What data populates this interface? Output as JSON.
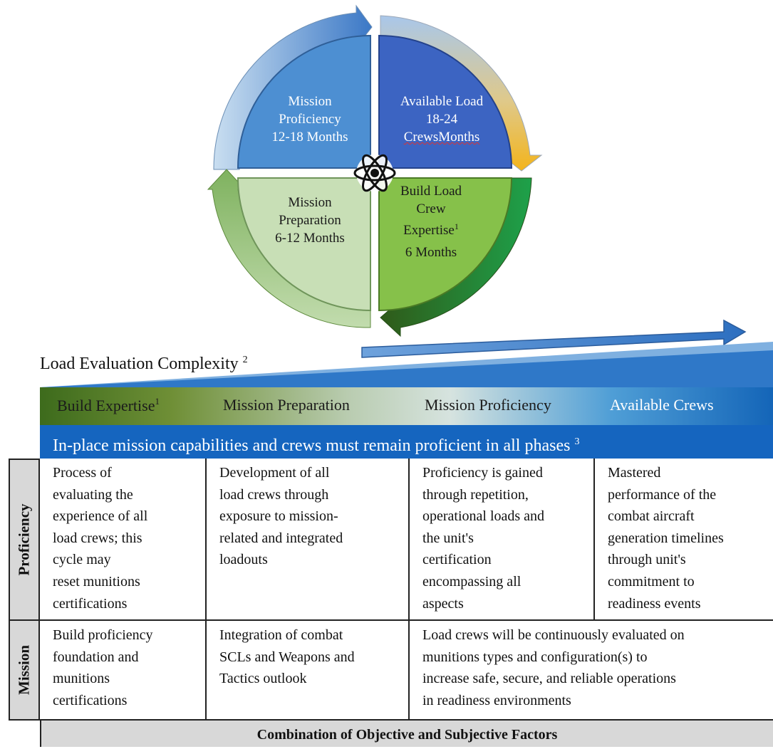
{
  "cycle": {
    "quadrants": [
      {
        "name": "mission-proficiency",
        "lines": [
          "Mission",
          "Proficiency",
          "12-18 Months"
        ],
        "color": "#4d8fd2"
      },
      {
        "name": "available-load",
        "lines": [
          "Available Load",
          "18-24",
          "CrewsMonths"
        ],
        "color": "#3c64c2"
      },
      {
        "name": "mission-preparation",
        "lines": [
          "Mission",
          "Preparation",
          "6-12 Months"
        ],
        "color": "#c8dfb6"
      },
      {
        "name": "build-load-crew",
        "lines": [
          "Build Load",
          "Crew",
          "Expertise",
          "6 Months"
        ],
        "superscript": "1",
        "color": "#86c14a"
      }
    ]
  },
  "complexity": {
    "label": "Load Evaluation Complexity",
    "superscript": "2"
  },
  "phases": [
    {
      "label": "Build Expertise",
      "superscript": "1"
    },
    {
      "label": "Mission Preparation"
    },
    {
      "label": "Mission Proficiency"
    },
    {
      "label": "Available Crews"
    }
  ],
  "banner": {
    "text": "In-place mission capabilities and crews must remain proficient in all phases",
    "superscript": "3"
  },
  "rows": {
    "proficiency": {
      "label": "Proficiency",
      "cells": [
        "Process of\nevaluating the\nexperience of all\nload crews; this\ncycle may\nreset munitions\ncertifications",
        "Development of all\nload crews through\nexposure to mission-\nrelated and integrated\nloadouts",
        "Proficiency is gained\nthrough repetition,\noperational loads and\nthe unit's\ncertification\nencompassing all\naspects",
        "Mastered\nperformance of the\ncombat aircraft\ngeneration timelines\nthrough unit's\ncommitment to\nreadiness events"
      ]
    },
    "mission": {
      "label": "Mission",
      "cells": [
        "Build proficiency\nfoundation and\nmunitions\ncertifications",
        "Integration of combat\nSCLs and Weapons and\nTactics outlook",
        "Load crews will be continuously evaluated on\nmunitions types and configuration(s) to\nincrease safe, secure, and reliable operations\nin readiness environments"
      ]
    }
  },
  "footer": {
    "text": "Combination of Objective and Subjective Factors"
  }
}
